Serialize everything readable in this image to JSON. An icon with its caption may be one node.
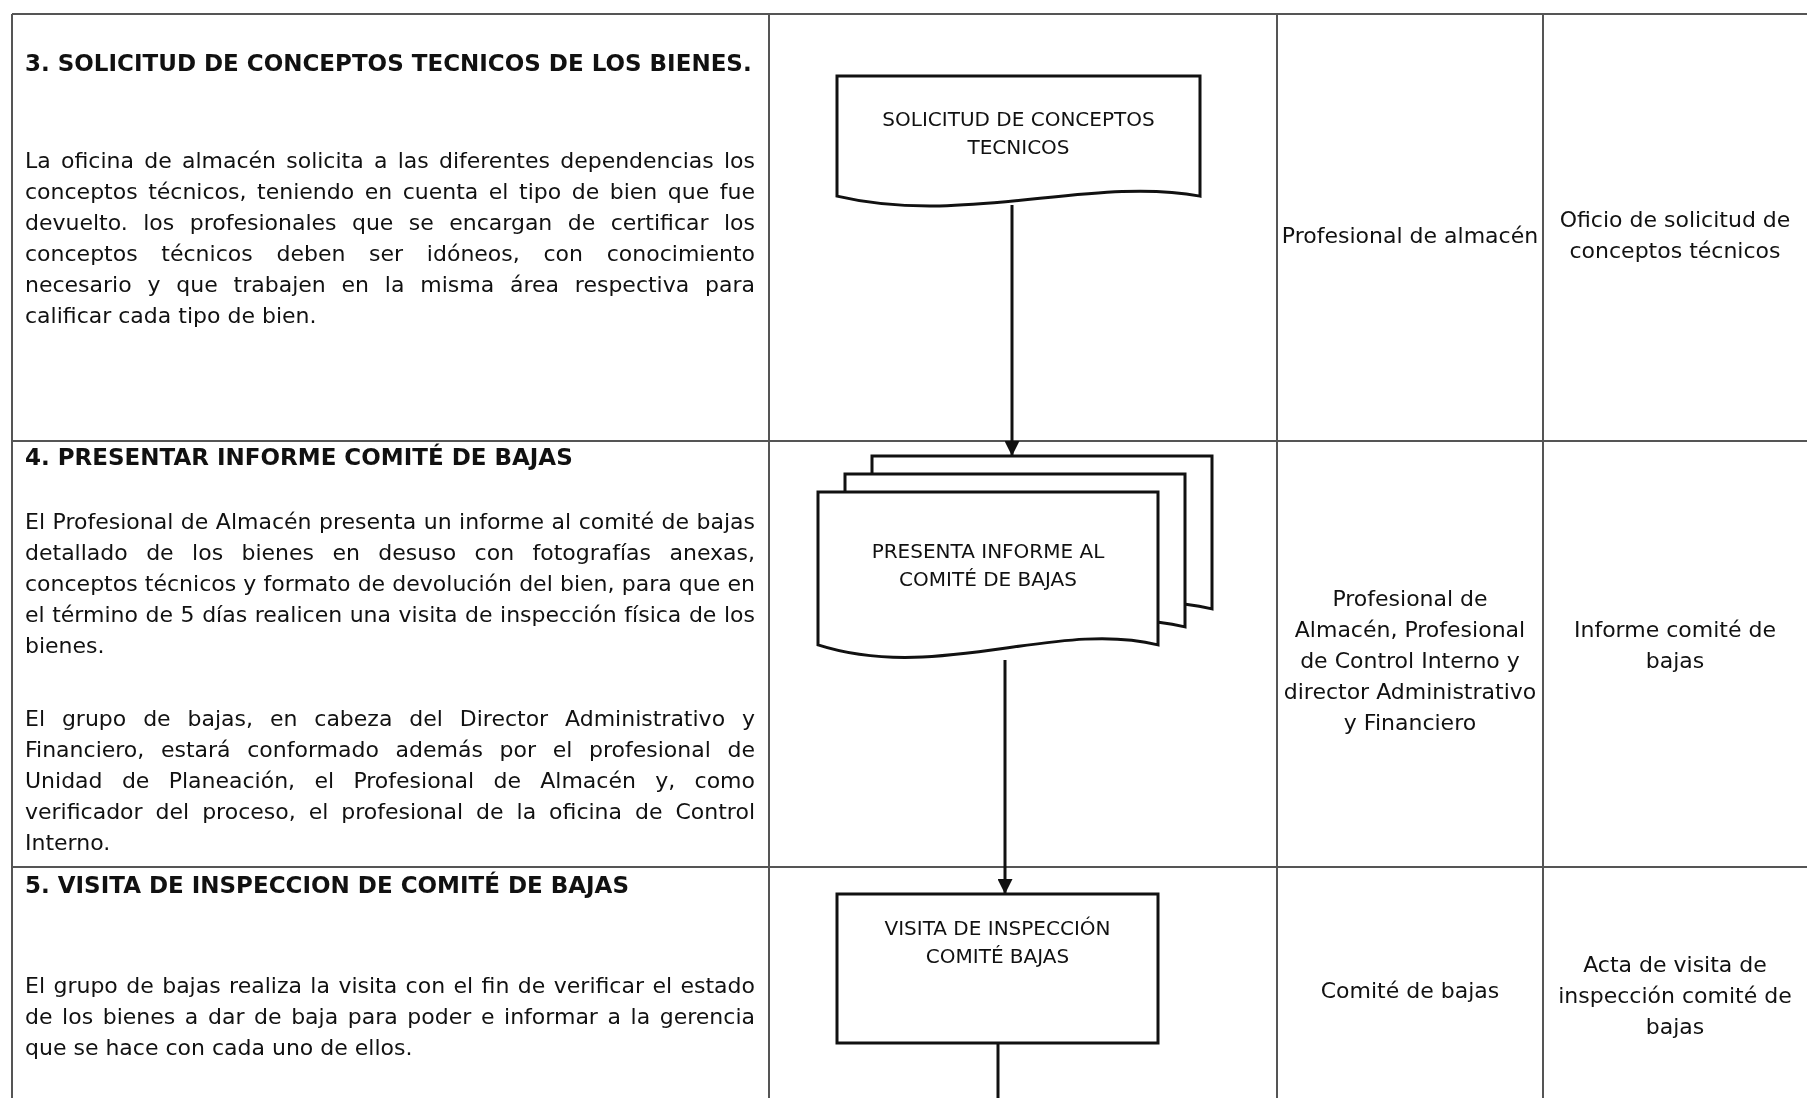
{
  "diagram": {
    "nodes": [
      {
        "text": [
          "SOLICITUD DE CONCEPTOS TECNICOS"
        ]
      },
      {
        "text": [
          "PRESENTA INFORME AL COMITÉ DE BAJAS"
        ]
      },
      {
        "text": [
          "VISITA DE INSPECCIÓN COMITÉ BAJAS"
        ]
      }
    ],
    "edges": [
      {
        "from": 0,
        "to": 1,
        "arrow": "to"
      },
      {
        "from": 1,
        "to": 2,
        "arrow": "to"
      },
      {
        "from": 2,
        "to": null,
        "arrow": "none"
      }
    ],
    "labels": [
      "3. SOLICITUD DE CONCEPTOS TECNICOS DE LOS BIENES.",
      "La oficina de almacén solicita a las diferentes dependencias los conceptos técnicos, teniendo en cuenta el tipo de bien que fue devuelto. los profesionales que se encargan de certificar los conceptos técnicos deben ser idóneos, con conocimiento necesario y que trabajen en la misma área respectiva para calificar cada tipo de bien.",
      "Profesional de almacén",
      "Oficio de solicitud de conceptos técnicos",
      "4. PRESENTAR INFORME COMITÉ DE BAJAS",
      "El Profesional de Almacén presenta un informe al comité de bajas detallado de los bienes en desuso con fotografías anexas, conceptos técnicos y formato de devolución del bien, para que en el término de 5 días realicen una visita de inspección física de los bienes.",
      "El grupo de bajas, en cabeza del Director Administrativo y Financiero, estará conformado además por el profesional de Unidad de Planeación, el Profesional de Almacén y, como verificador del proceso, el profesional de la oficina de Control Interno.",
      "Profesional de Almacén, Profesional de Control Interno y director Administrativo y Financiero",
      "Informe comité de bajas",
      "5. VISITA DE INSPECCION DE COMITÉ DE BAJAS",
      "El grupo de bajas realiza la visita con el fin de verificar el estado de los bienes a dar de baja para poder e informar a la gerencia que se hace con cada uno de ellos.",
      "Comité de bajas",
      "Acta de visita de inspección comité de bajas"
    ]
  }
}
